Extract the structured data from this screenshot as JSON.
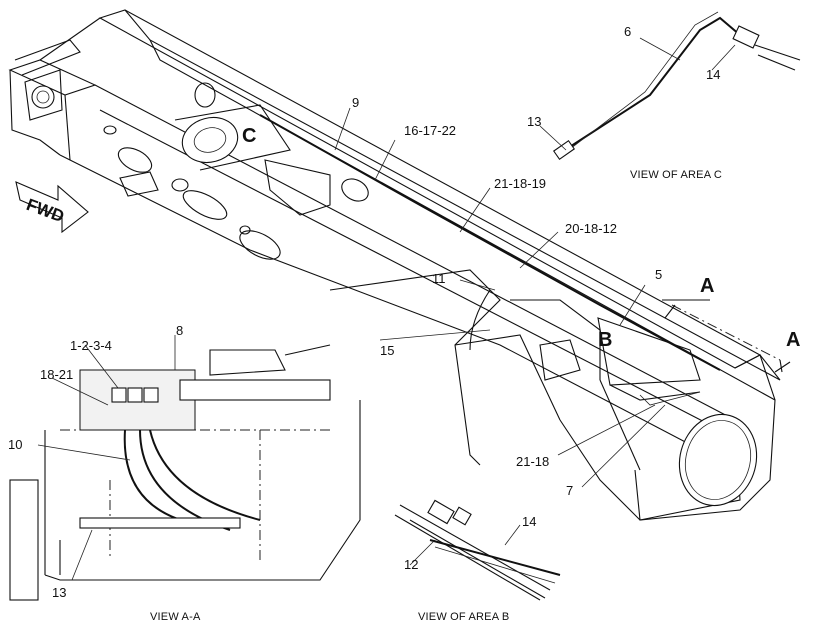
{
  "callouts": {
    "c6": "6",
    "c14_top": "14",
    "c13_top": "13",
    "c9": "9",
    "c16_17_22": "16-17-22",
    "c21_18_19": "21-18-19",
    "c20_18_12": "20-18-12",
    "c11": "11",
    "c5": "5",
    "c15": "15",
    "c8": "8",
    "c1_2_3_4": "1-2-3-4",
    "c18_21": "18-21",
    "c10": "10",
    "c13_bottom": "13",
    "c21_18_bottom": "21-18",
    "c7": "7",
    "c14_bottom": "14",
    "c12": "12"
  },
  "area_letters": {
    "a_right": "A",
    "a_lower": "A",
    "b": "B",
    "c": "C"
  },
  "fwd_label": "FWD",
  "captions": {
    "view_area_c": "VIEW OF AREA C",
    "view_a_a": "VIEW A-A",
    "view_area_b": "VIEW OF AREA B"
  }
}
